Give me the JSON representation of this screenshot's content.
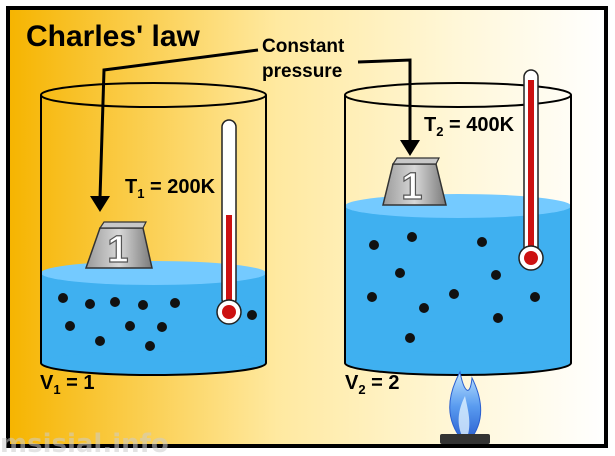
{
  "title": "Charles' law",
  "annotation": {
    "line1": "Constant",
    "line2": "pressure"
  },
  "left_container": {
    "temperature_prefix": "T",
    "temperature_subscript": "1",
    "temperature_value": " = 200K",
    "volume_prefix": "V",
    "volume_subscript": "1",
    "volume_value": " = 1",
    "weight_label": "1",
    "water_level": 0.34,
    "thermometer_level": 0.62
  },
  "right_container": {
    "temperature_prefix": "T",
    "temperature_subscript": "2",
    "temperature_value": " = 400K",
    "volume_prefix": "V",
    "volume_subscript": "2",
    "volume_value": " = 2",
    "weight_label": "1",
    "water_level": 0.68,
    "thermometer_level": 0.92
  },
  "watermark": "msisial.info",
  "colors": {
    "background_light": "#fff6cc",
    "background_dark": "#f5b800",
    "water": "#3fb0f0",
    "water_surface": "#7fd0ff",
    "thermometer_fluid": "#cc1111",
    "flame": "#3d7fe0"
  }
}
